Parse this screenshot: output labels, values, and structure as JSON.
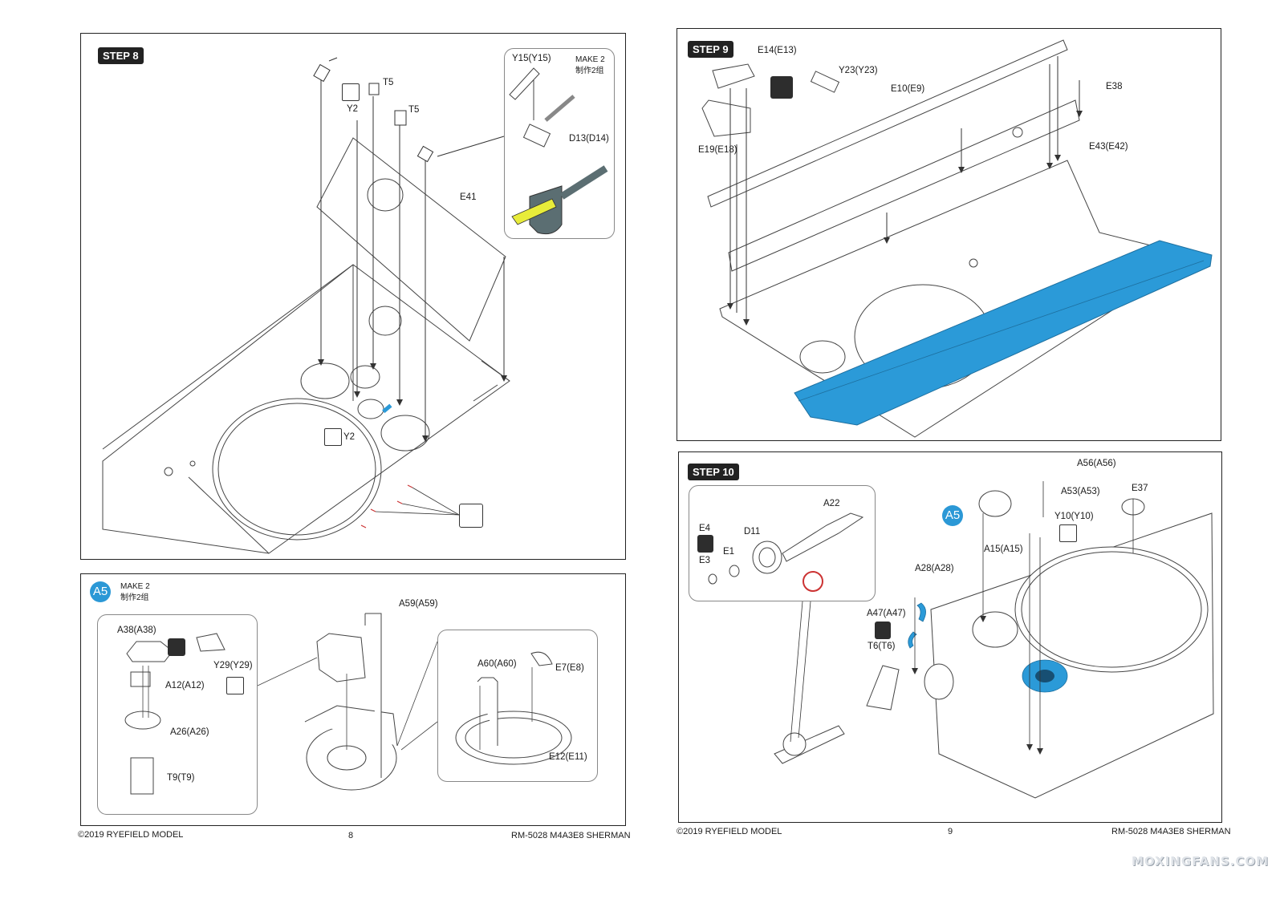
{
  "left_page": {
    "step8": {
      "badge": "STEP 8",
      "labels": {
        "t5_a": "T5",
        "t5_b": "T5",
        "y2_top": "Y2",
        "e41": "E41",
        "y2_bottom": "Y2"
      },
      "inset": {
        "y15": "Y15(Y15)",
        "make": "MAKE 2",
        "make_cn": "制作2组",
        "d13": "D13(D14)",
        "highlight_color": "#e8ec3a"
      }
    },
    "a5_panel": {
      "badge": "A5",
      "make": "MAKE 2",
      "make_cn": "制作2组",
      "labels": {
        "a38": "A38(A38)",
        "y29": "Y29(Y29)",
        "a12": "A12(A12)",
        "a26": "A26(A26)",
        "t9": "T9(T9)",
        "a59": "A59(A59)",
        "a60": "A60(A60)",
        "e7": "E7(E8)",
        "e12": "E12(E11)"
      }
    },
    "footer": {
      "copyright": "©2019 RYEFIELD MODEL",
      "page_number": "8",
      "product": "RM-5028 M4A3E8 SHERMAN"
    }
  },
  "right_page": {
    "step9": {
      "badge": "STEP 9",
      "labels": {
        "e14": "E14(E13)",
        "y23": "Y23(Y23)",
        "e10": "E10(E9)",
        "e38": "E38",
        "e43": "E43(E42)",
        "e19": "E19(E18)"
      },
      "highlight_color": "#2b9ad8"
    },
    "step10": {
      "badge": "STEP 10",
      "a5_badge": "A5",
      "labels": {
        "a22": "A22",
        "e4": "E4",
        "d11": "D11",
        "e1": "E1",
        "e3": "E3",
        "a56": "A56(A56)",
        "a53": "A53(A53)",
        "e37": "E37",
        "y10": "Y10(Y10)",
        "a15": "A15(A15)",
        "a28": "A28(A28)",
        "a47": "A47(A47)",
        "t6": "T6(T6)"
      }
    },
    "footer": {
      "copyright": "©2019 RYEFIELD MODEL",
      "page_number": "9",
      "product": "RM-5028 M4A3E8 SHERMAN"
    }
  },
  "watermark": "MOXINGFANS.COM"
}
